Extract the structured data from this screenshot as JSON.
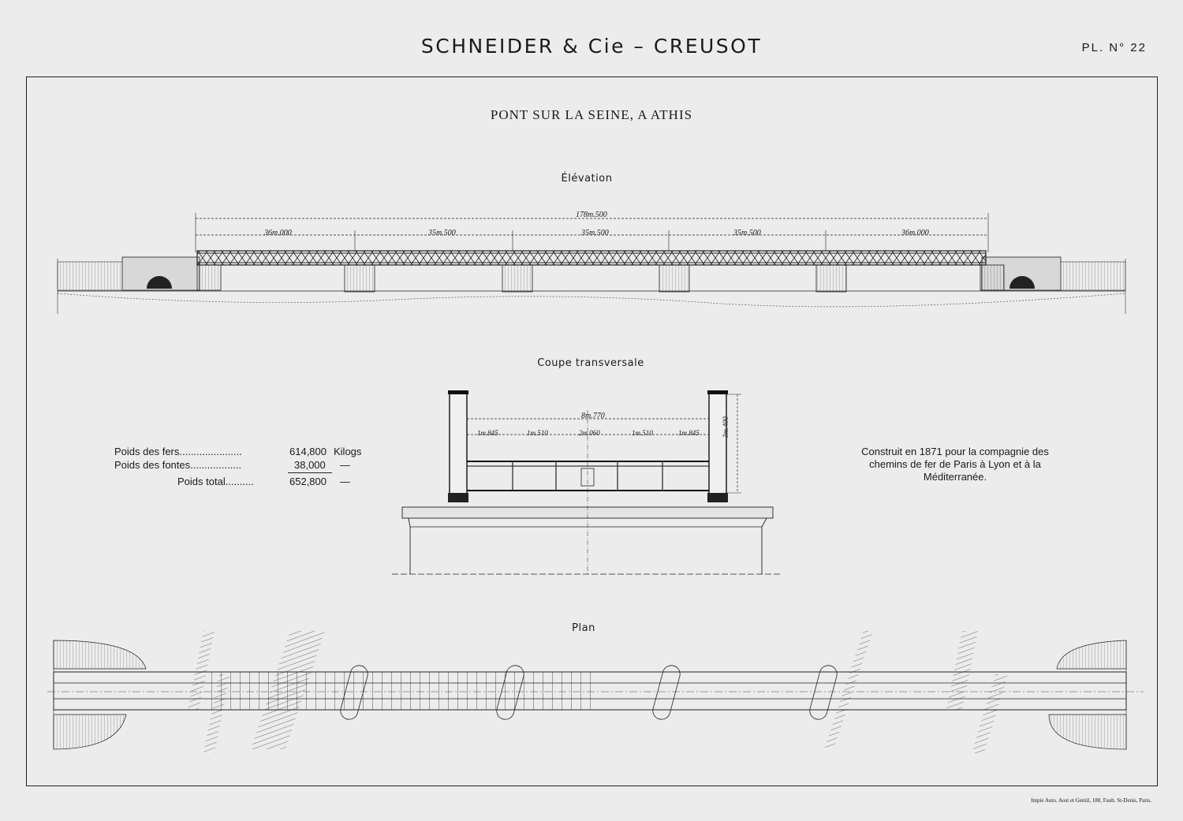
{
  "header": {
    "title": "SCHNEIDER & Cie – CREUSOT",
    "plate": "PL. N° 22"
  },
  "drawing": {
    "title": "PONT SUR LA SEINE, A ATHIS",
    "sections": {
      "elevation": "Élévation",
      "cross_section": "Coupe transversale",
      "plan": "Plan"
    }
  },
  "elevation_dimensions": {
    "total": "178m.500",
    "spans": [
      "36m.000",
      "35m.500",
      "35m.500",
      "35m.500",
      "36m.000"
    ]
  },
  "cross_section_dimensions": {
    "overall_width": "8m.770",
    "segments": [
      "1m.845",
      "1m.510",
      "2m.060",
      "1m.510",
      "1m.845"
    ],
    "height": "3m.400"
  },
  "weights": [
    {
      "label": "Poids des fers......................",
      "value": "614,800",
      "unit": "Kilogs"
    },
    {
      "label": "Poids des fontes..................",
      "value": "38,000",
      "unit": "—"
    },
    {
      "label": "Poids total..........",
      "value": "652,800",
      "unit": "—"
    }
  ],
  "note": "Construit en 1871 pour la compagnie des chemins de fer de Paris à Lyon et à la Méditerranée.",
  "printer": "Impie Auto. Aost et Gentil, 188, Faub. St-Denis, Paris."
}
